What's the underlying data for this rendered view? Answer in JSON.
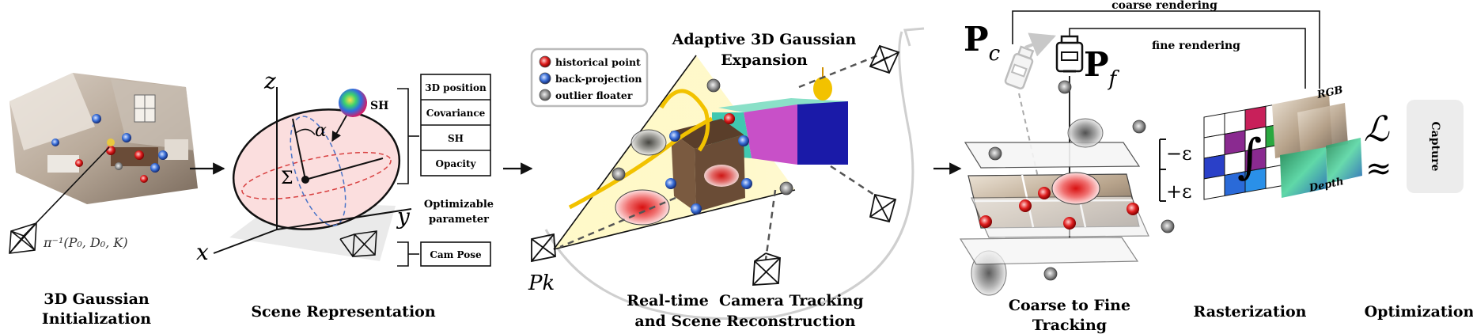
{
  "stage1": {
    "title_line1": "3D Gaussian",
    "title_line2": "Initialization",
    "formula": "π⁻¹(P₀, D₀, K)"
  },
  "stage2": {
    "title": "Scene Representation",
    "axis_x": "x",
    "axis_y": "y",
    "axis_z": "z",
    "alpha": "α",
    "sigma": "Σ",
    "sh_label": "SH",
    "params": [
      "3D position",
      "Covariance",
      "SH",
      "Opacity"
    ],
    "optimizable_line1": "Optimizable",
    "optimizable_line2": "parameter",
    "cam_pose": "Cam Pose"
  },
  "stage3": {
    "title_line1": "Real-time  Camera Tracking",
    "title_line2": "and Scene Reconstruction",
    "expansion_line1": "Adaptive 3D Gaussian",
    "expansion_line2": "Expansion",
    "legend": [
      {
        "label": "historical point",
        "color": "#e02020"
      },
      {
        "label": "back-projection",
        "color": "#3a6fd8"
      },
      {
        "label": "outlier floater",
        "color": "#8a8a8a"
      }
    ],
    "pk": "Pk"
  },
  "stage4": {
    "title_line1": "Coarse to Fine",
    "title_line2": "Tracking",
    "pc": "P",
    "pc_sub": "c",
    "pf": "P",
    "pf_sub": "f",
    "coarse_rendering": "coarse rendering",
    "fine_rendering": "fine rendering",
    "minus_eps": "−ε",
    "plus_eps": "+ε"
  },
  "stage5": {
    "title": "Rasterization",
    "rgb": "RGB",
    "depth": "Depth",
    "integral": "∫"
  },
  "stage6": {
    "title": "Optimization",
    "loss": "ℒ",
    "approx": "≈",
    "capture": "Capture"
  }
}
